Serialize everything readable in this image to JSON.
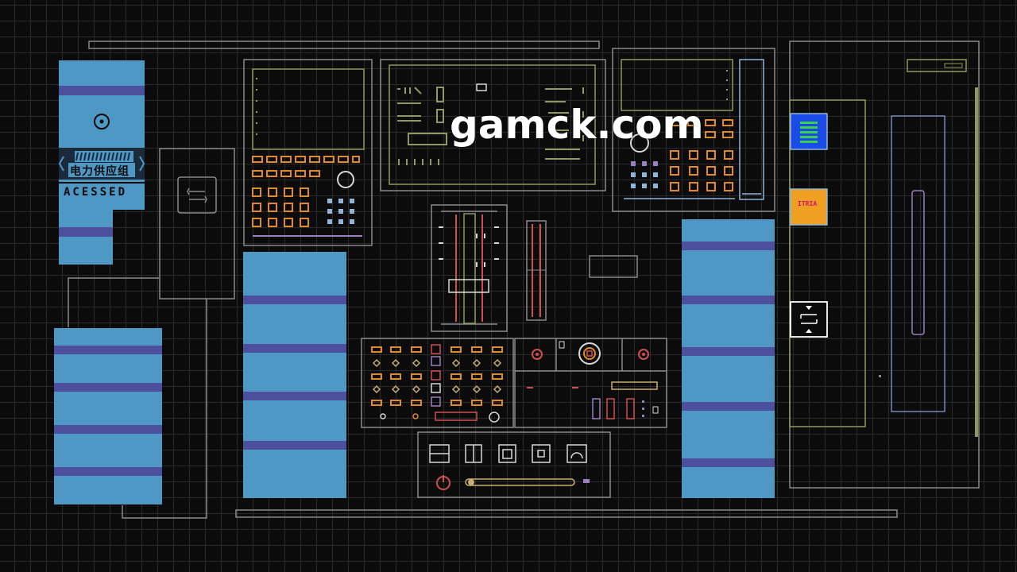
{
  "watermark": "gamck.com",
  "panel_left": {
    "label_cn": "电力供应组",
    "label_status": "ACESSED"
  },
  "side_buttons": {
    "orange_label": "ITRIA"
  },
  "colors": {
    "background": "#0b0b0b",
    "grid": "#2a2a2a",
    "panel_blue": "#4f97c4",
    "panel_stripe": "#4c4f9c",
    "outline_grey": "#8a8a8a",
    "outline_olive": "#8f9a5c",
    "orange": "#e08a2a",
    "red": "#d05050",
    "lavender": "#9a80c0",
    "light_blue": "#8fb4d8",
    "green_bar": "#8a9a5c",
    "button_blue": "#1a4ae8",
    "button_green": "#3ad04a",
    "button_orange": "#f0a020"
  },
  "icons": [
    "target-icon",
    "swap-arrows-icon",
    "list-icon",
    "expand-arrows-icon",
    "power-icon",
    "mixer-fader-icon"
  ]
}
